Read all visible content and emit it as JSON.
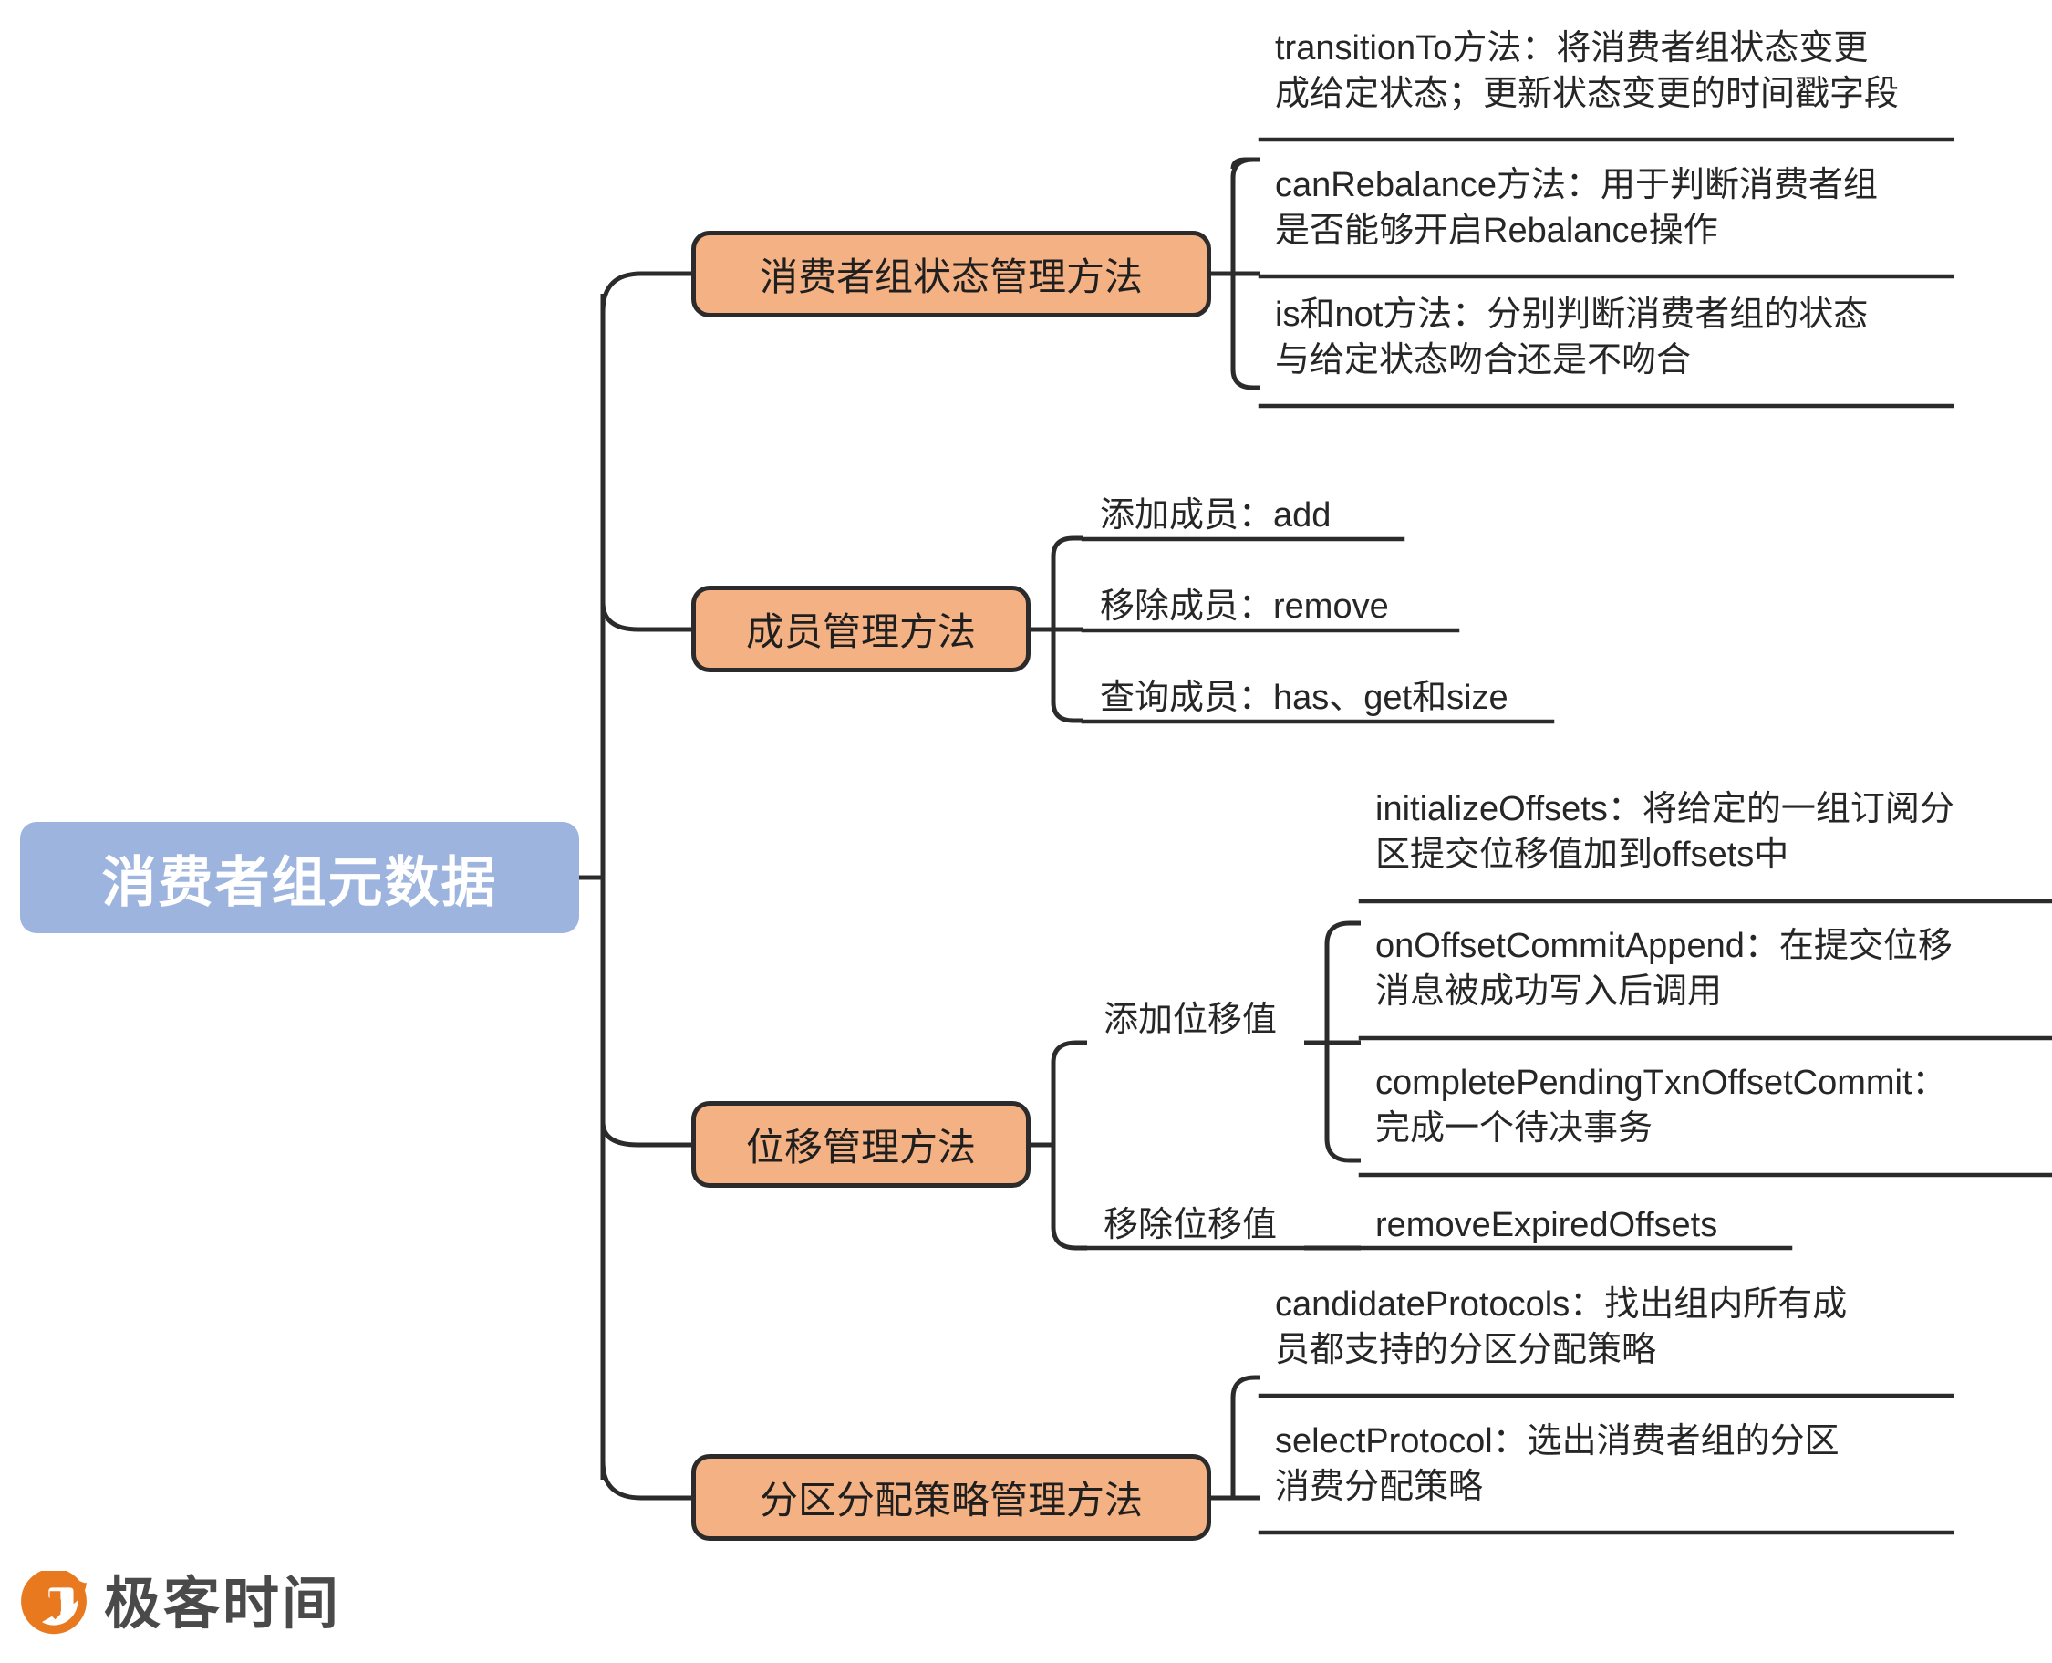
{
  "diagram": {
    "type": "mindmap",
    "orientation": "left-to-right",
    "root": {
      "label": "消费者组元数据",
      "fill": "#9DB4DE",
      "text_color": "#FFFFFF"
    },
    "branch_fill": "#F4B183",
    "branch_stroke": "#2B2B2B",
    "edge_color": "#2B2B2B",
    "branches": [
      {
        "label": "消费者组状态管理方法",
        "leaves": [
          {
            "text": "transitionTo方法：将消费者组状态变更\n成给定状态；更新状态变更的时间戳字段"
          },
          {
            "text": "canRebalance方法：用于判断消费者组\n是否能够开启Rebalance操作"
          },
          {
            "text": "is和not方法：分别判断消费者组的状态\n与给定状态吻合还是不吻合"
          }
        ]
      },
      {
        "label": "成员管理方法",
        "leaves": [
          {
            "text": "添加成员：add"
          },
          {
            "text": "移除成员：remove"
          },
          {
            "text": "查询成员：has、get和size"
          }
        ]
      },
      {
        "label": "位移管理方法",
        "leaves": [
          {
            "text": "添加位移值",
            "leaves": [
              {
                "text": "initializeOffsets：将给定的一组订阅分\n区提交位移值加到offsets中"
              },
              {
                "text": "onOffsetCommitAppend：在提交位移\n消息被成功写入后调用"
              },
              {
                "text": "completePendingTxnOffsetCommit：\n完成一个待决事务"
              }
            ]
          },
          {
            "text": "移除位移值",
            "leaves": [
              {
                "text": "removeExpiredOffsets"
              }
            ]
          }
        ]
      },
      {
        "label": "分区分配策略管理方法",
        "leaves": [
          {
            "text": "candidateProtocols：找出组内所有成\n员都支持的分区分配策略"
          },
          {
            "text": "selectProtocol：选出消费者组的分区\n消费分配策略"
          }
        ]
      }
    ]
  },
  "branch_labels": {
    "state": "消费者组状态管理方法",
    "member": "成员管理方法",
    "offset": "位移管理方法",
    "protocol": "分区分配策略管理方法"
  },
  "leaves": {
    "transition_to": "transitionTo方法：将消费者组状态变更\n成给定状态；更新状态变更的时间戳字段",
    "can_rebalance": "canRebalance方法：用于判断消费者组\n是否能够开启Rebalance操作",
    "is_and_not": "is和not方法：分别判断消费者组的状态\n与给定状态吻合还是不吻合",
    "member_add": "添加成员：add",
    "member_remove": "移除成员：remove",
    "member_query": "查询成员：has、get和size",
    "offset_add_group": "添加位移值",
    "offset_remove_group": "移除位移值",
    "initialize_offsets": "initializeOffsets：将给定的一组订阅分\n区提交位移值加到offsets中",
    "on_offset_commit_append": "onOffsetCommitAppend：在提交位移\n消息被成功写入后调用",
    "complete_pending_txn": "completePendingTxnOffsetCommit：\n完成一个待决事务",
    "remove_expired_offsets": "removeExpiredOffsets",
    "candidate_protocols": "candidateProtocols：找出组内所有成\n员都支持的分区分配策略",
    "select_protocol": "selectProtocol：选出消费者组的分区\n消费分配策略"
  },
  "footer": {
    "brand": "极客时间",
    "logo_color": "#E8791E",
    "wordmark_color": "#4A4A4A"
  }
}
